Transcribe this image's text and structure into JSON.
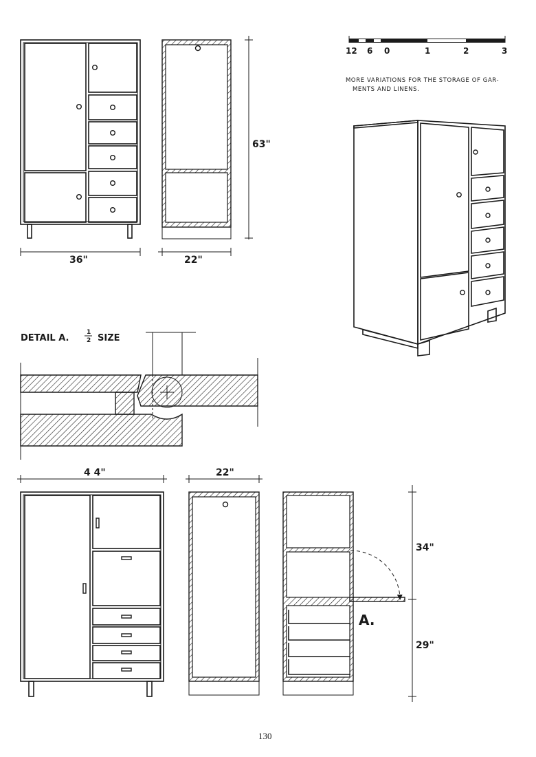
{
  "page_number": "130",
  "caption": {
    "line1": "MORE VARIATIONS FOR THE STORAGE OF GAR-",
    "line2": "MENTS AND LINENS."
  },
  "scale_bar": {
    "labels": [
      "12",
      "6",
      "0",
      "1",
      "2",
      "3"
    ]
  },
  "top_cabinet": {
    "width_label": "36\"",
    "depth_label": "22\"",
    "height_label": "63\""
  },
  "detail": {
    "title": "DETAIL A.",
    "scale_num": "1",
    "scale_den": "2",
    "scale_word": "SIZE"
  },
  "bottom_cabinet": {
    "width_label": "4 4\"",
    "depth_label": "22\"",
    "upper_height_label": "34\"",
    "lower_height_label": "29\"",
    "callout": "A."
  }
}
